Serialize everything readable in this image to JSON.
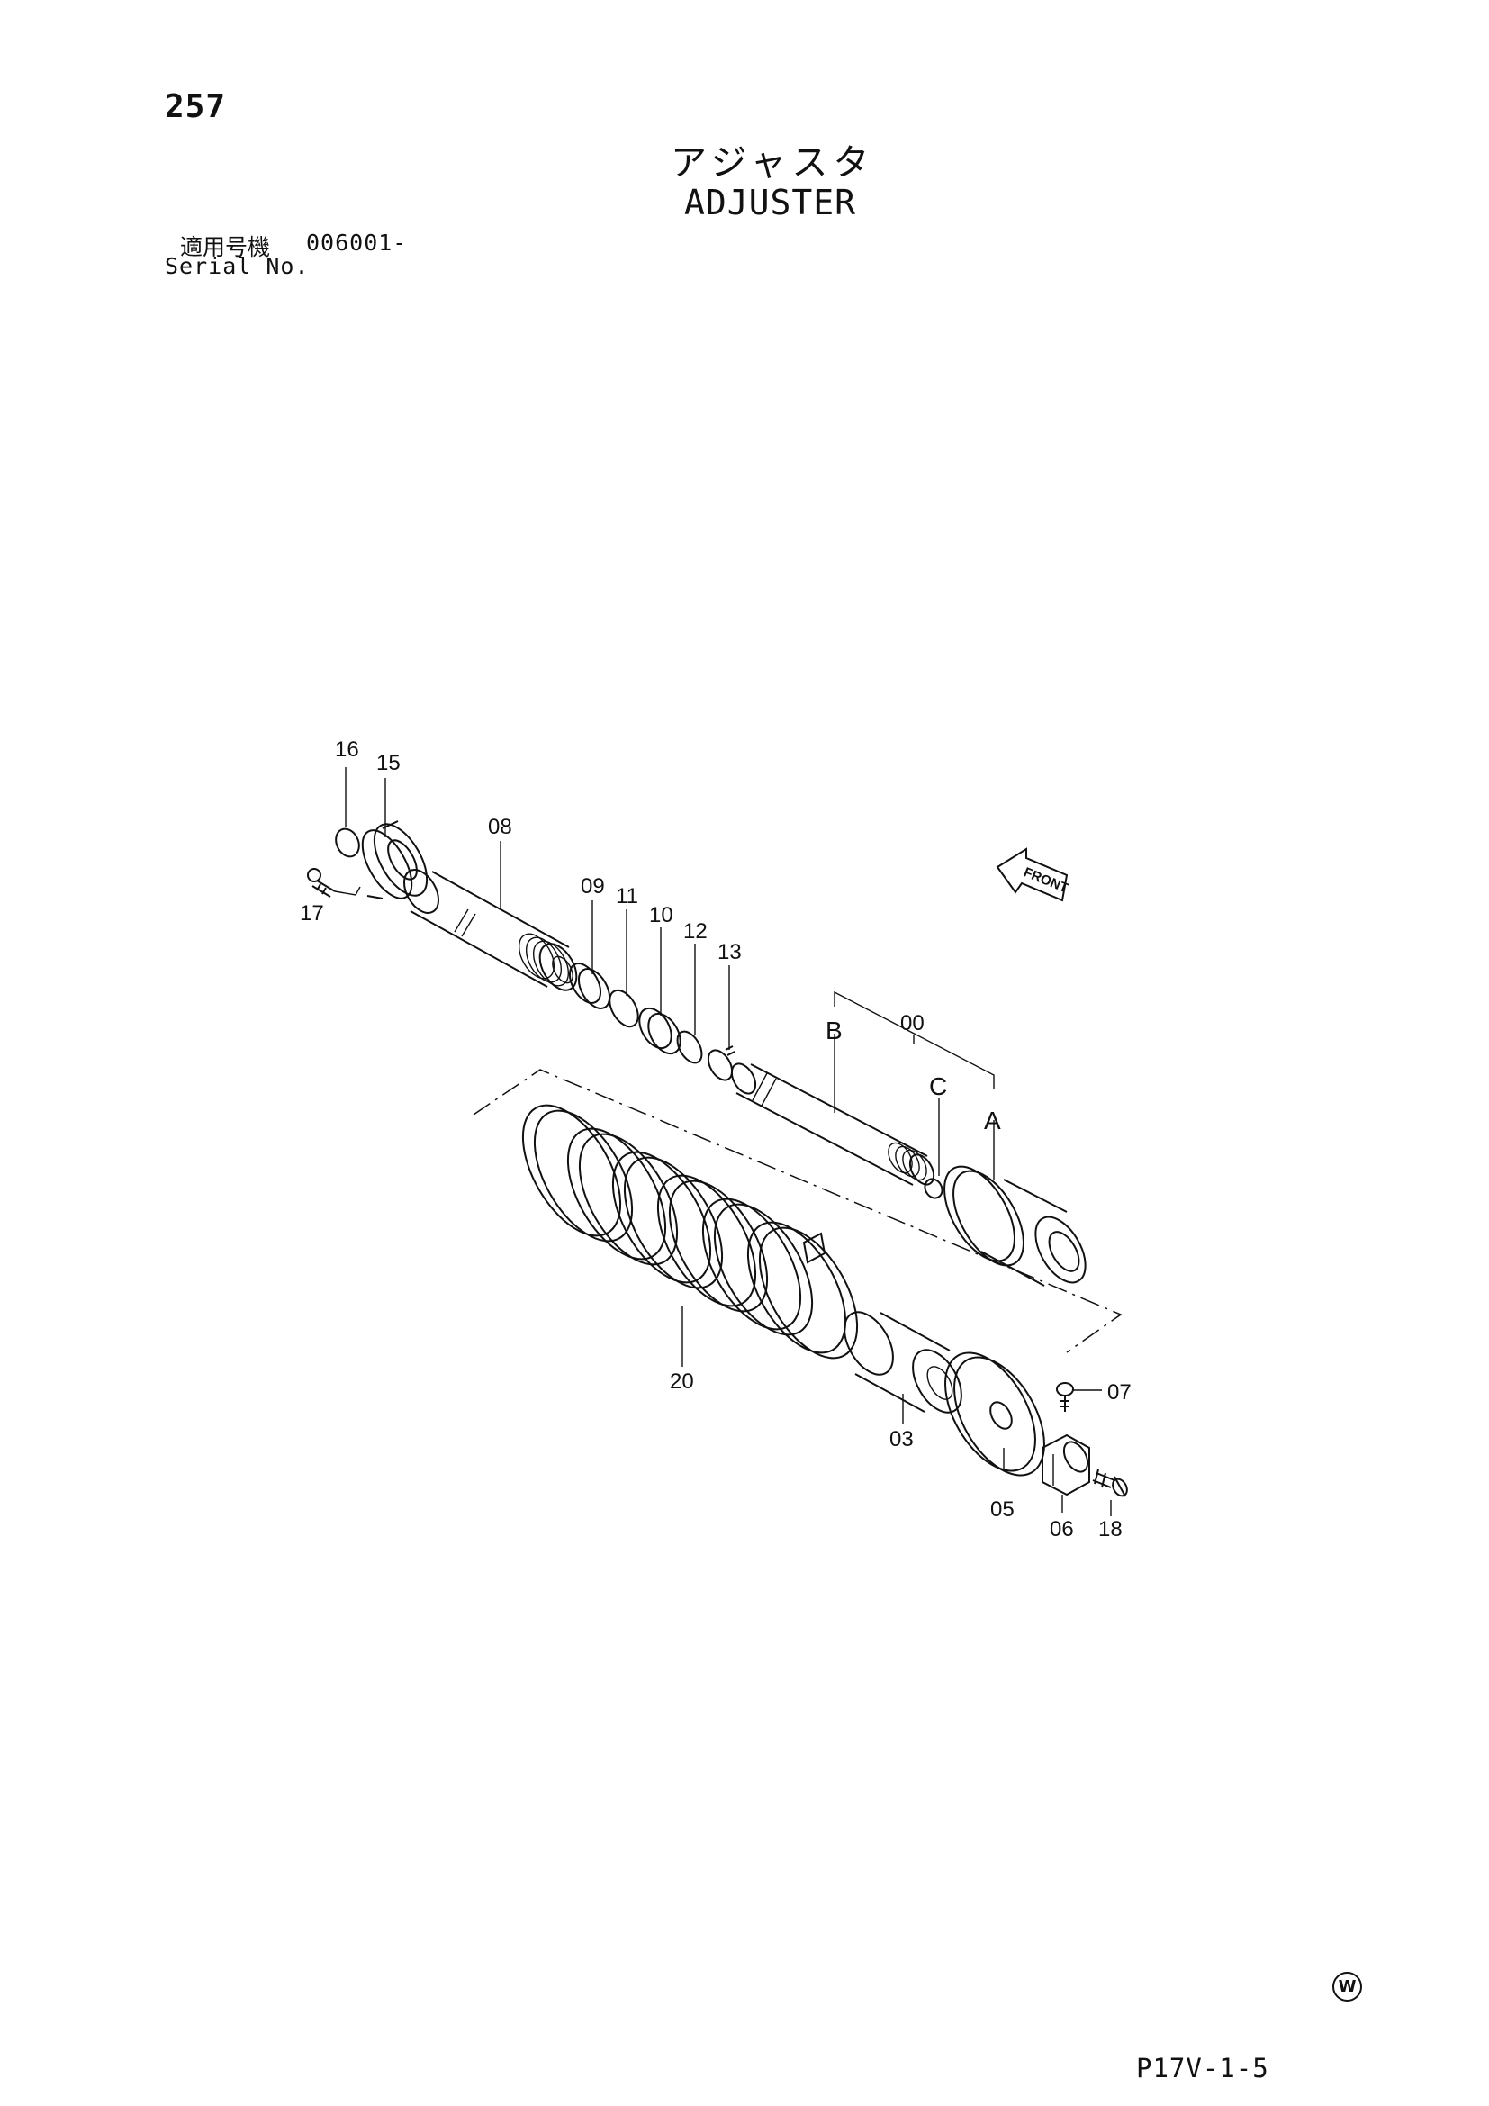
{
  "page_number": "257",
  "title_jp": "アジャスタ",
  "title_en": "ADJUSTER",
  "serial": {
    "label_jp": "適用号機",
    "label_en": "Serial No.",
    "value": "006001-"
  },
  "front_arrow_label": "FRONT",
  "callouts": {
    "p00": "00",
    "pA": "A",
    "pB": "B",
    "pC": "C",
    "p03": "03",
    "p05": "05",
    "p06": "06",
    "p07": "07",
    "p08": "08",
    "p09": "09",
    "p10": "10",
    "p11": "11",
    "p12": "12",
    "p13": "13",
    "p15": "15",
    "p16": "16",
    "p17": "17",
    "p18": "18",
    "p20": "20"
  },
  "w_badge": "W",
  "doc_code": "P17V-1-5"
}
